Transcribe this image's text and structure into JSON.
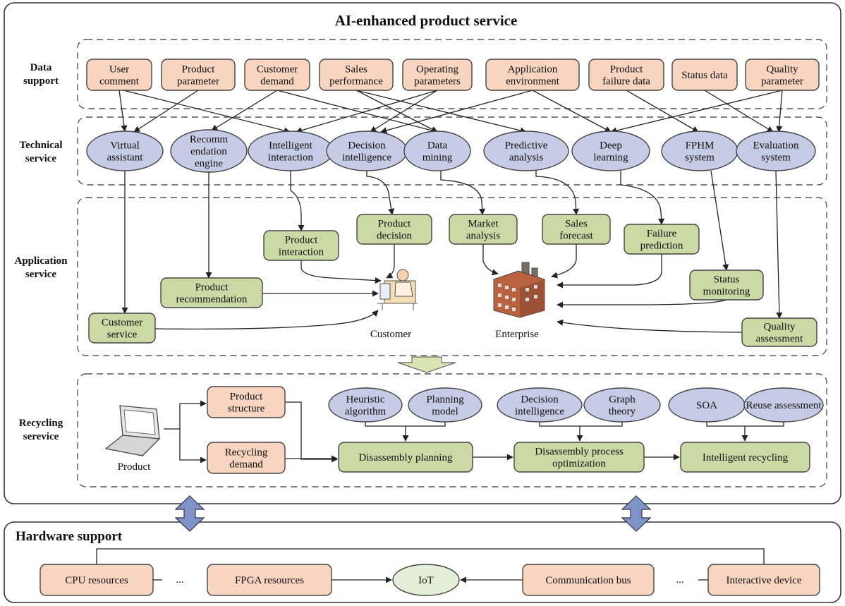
{
  "title": "AI-enhanced product service",
  "sections": {
    "data_support": [
      "Data",
      "support"
    ],
    "technical_service": [
      "Technical",
      "service"
    ],
    "application_service": [
      "Application",
      "service"
    ],
    "recycling_service": [
      "Recycling",
      "sereviсe"
    ]
  },
  "data_support": [
    [
      "User",
      "comment"
    ],
    [
      "Product",
      "parameter"
    ],
    [
      "Customer",
      "demand"
    ],
    [
      "Sales",
      "performance"
    ],
    [
      "Operating",
      "parameters"
    ],
    [
      "Application",
      "environment"
    ],
    [
      "Product",
      "failure data"
    ],
    [
      "Status data"
    ],
    [
      "Quality",
      "parameter"
    ]
  ],
  "technical_service": [
    [
      "Virtual",
      "assistant"
    ],
    [
      "Recomm",
      "endation",
      "engine"
    ],
    [
      "Intelligent",
      "interaction"
    ],
    [
      "Decision",
      "intelligence"
    ],
    [
      "Data",
      "mining"
    ],
    [
      "Predictive",
      "analysis"
    ],
    [
      "Deep",
      "learning"
    ],
    [
      "FPHM",
      "system"
    ],
    [
      "Evaluation",
      "system"
    ]
  ],
  "application_service": [
    [
      "Product",
      "interaction"
    ],
    [
      "Product",
      "decision"
    ],
    [
      "Market",
      "analysis"
    ],
    [
      "Sales",
      "forecast"
    ],
    [
      "Failure",
      "prediction"
    ],
    [
      "Product",
      "recommendation"
    ],
    [
      "Status",
      "monitoring"
    ],
    [
      "Customer",
      "service"
    ],
    [
      "Quality",
      "assessment"
    ]
  ],
  "actors": {
    "customer": "Customer",
    "enterprise": "Enterprise",
    "product": "Product"
  },
  "recycling": {
    "inputs": [
      [
        "Product",
        "structure"
      ],
      [
        "Recycling",
        "demand"
      ]
    ],
    "methods": [
      [
        "Heuristic",
        "algorithm"
      ],
      [
        "Planning",
        "model"
      ],
      [
        "Decision",
        "intelligence"
      ],
      [
        "Graph",
        "theory"
      ],
      [
        "SOA"
      ],
      [
        "Reuse assessment"
      ]
    ],
    "stages": [
      [
        "Disassembly planning"
      ],
      [
        "Disassembly process",
        "optimization"
      ],
      [
        "Intelligent recycling"
      ]
    ]
  },
  "hardware": {
    "title": "Hardware support",
    "items": [
      "CPU resources",
      "FPGA resources",
      "Communication bus",
      "Interactive device"
    ],
    "center": "IoT",
    "ellipsis": "..."
  },
  "colors": {
    "data_box": "#f8d5c1",
    "app_box": "#cbd9a5",
    "tech_ellipse": "#c6cbe6",
    "arrow_fill": "#7f93c9",
    "flow_arrow": "#d9e4b3"
  }
}
